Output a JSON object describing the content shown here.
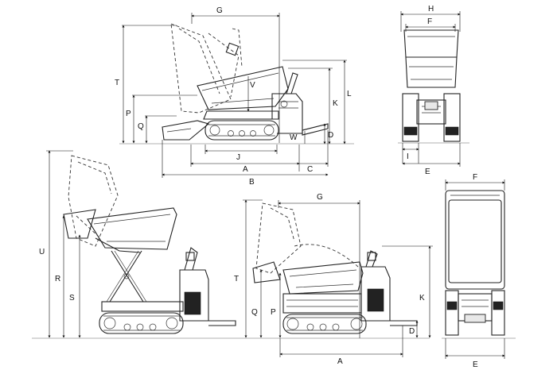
{
  "labels": {
    "side_view_1": {
      "G": "G",
      "T": "T",
      "P": "P",
      "Q": "Q",
      "V": "V",
      "L": "L",
      "K": "K",
      "D": "D",
      "W": "W",
      "J": "J",
      "A": "A",
      "C": "C",
      "B": "B"
    },
    "front_view_1": {
      "H": "H",
      "F": "F",
      "I": "I",
      "E": "E"
    },
    "side_view_2": {
      "U": "U",
      "R": "R",
      "S": "S"
    },
    "side_view_3": {
      "G": "G",
      "T": "T",
      "Q": "Q",
      "P": "P",
      "K": "K",
      "D": "D",
      "A": "A"
    },
    "front_view_2": {
      "F": "F",
      "E": "E"
    }
  }
}
